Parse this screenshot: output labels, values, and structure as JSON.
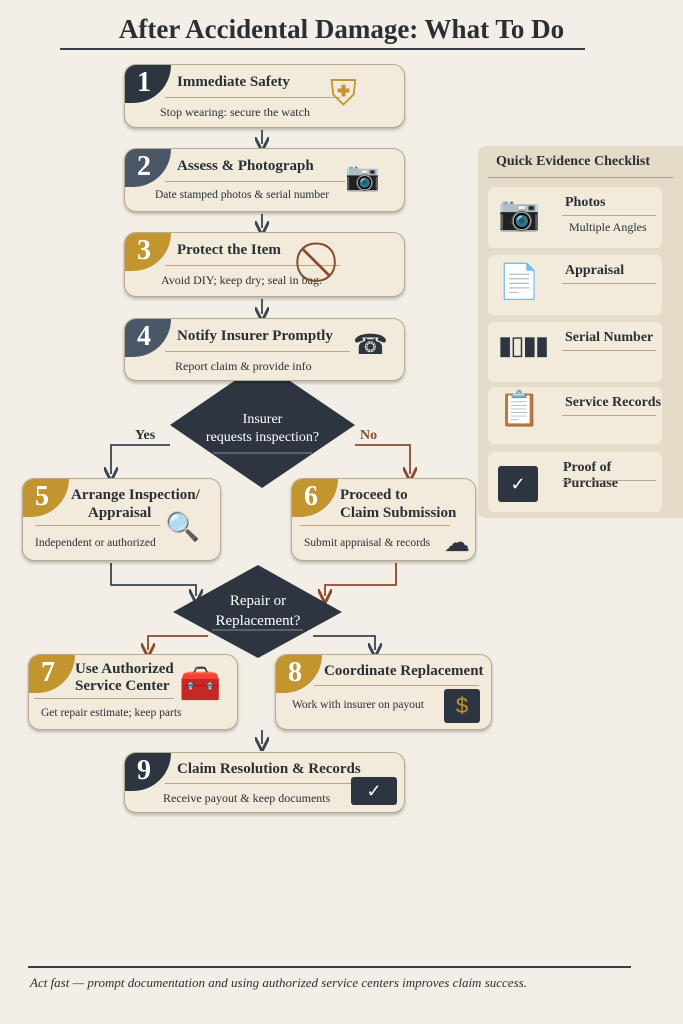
{
  "title": "After Accidental Damage: What To Do",
  "steps": [
    {
      "num": "1",
      "title": "Immediate Safety",
      "desc": "Stop wearing: secure the watch",
      "icon": "shield-watch-icon"
    },
    {
      "num": "2",
      "title": "Assess & Photograph",
      "desc": "Date stamped photos & serial number",
      "icon": "camera-clock-icon"
    },
    {
      "num": "3",
      "title": "Protect the Item",
      "desc": "Avoid DIY; keep dry; seal in bag.",
      "icon": "no-water-icon"
    },
    {
      "num": "4",
      "title": "Notify Insurer Promptly",
      "desc": "Report claim & provide info",
      "icon": "phone-document-icon"
    },
    {
      "num": "5",
      "title": "Arrange Inspection/",
      "title2": "Appraisal",
      "desc": "Independent or authorized",
      "icon": "magnifier-document-icon"
    },
    {
      "num": "6",
      "title": "Proceed to",
      "title2": "Claim Submission",
      "desc": "Submit appraisal & records",
      "icon": "cloud-upload-icon"
    },
    {
      "num": "7",
      "title": "Use Authorized",
      "title2": "Service Center",
      "desc": "Get repair estimate; keep parts",
      "icon": "wrench-toolbox-icon"
    },
    {
      "num": "8",
      "title": "Coordinate Replacement",
      "desc": "Work with insurer on payout",
      "icon": "box-dollar-icon"
    },
    {
      "num": "9",
      "title": "Claim Resolution & Records",
      "desc": "Receive payout & keep documents",
      "icon": "folder-check-icon"
    }
  ],
  "decisions": [
    {
      "line1": "Insurer",
      "line2": "requests inspection?",
      "yes": "Yes",
      "no": "No"
    },
    {
      "line1": "Repair or",
      "line2": "Replacement?"
    }
  ],
  "checklist": {
    "title": "Quick Evidence Checklist",
    "items": [
      {
        "title": "Photos",
        "sub": "Multiple Angles",
        "icon": "photos-camera-icon"
      },
      {
        "title": "Appraisal",
        "icon": "document-magnifier-icon"
      },
      {
        "title": "Serial Number",
        "icon": "barcode-card-icon"
      },
      {
        "title": "Service Records",
        "icon": "clipboard-receipt-icon"
      },
      {
        "title": "Proof of Purchase",
        "icon": "receipt-folder-check-icon"
      }
    ]
  },
  "footer": "Act fast — prompt documentation and using authorized service centers improves claim success.",
  "colors": {
    "navy": "#2c3540",
    "slate": "#4b5667",
    "gold": "#c2952f",
    "rust": "#8a4a2e",
    "background": "#f3efe6",
    "card": "#f2ebdb"
  }
}
